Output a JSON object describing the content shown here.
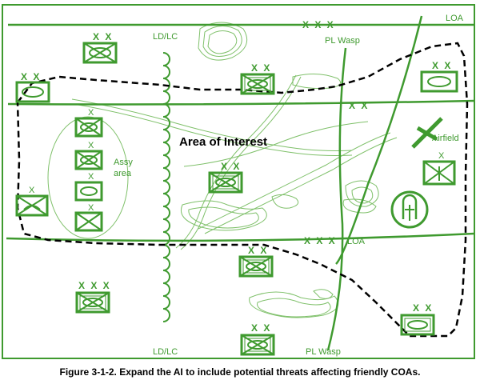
{
  "colors": {
    "symbol": "#3f9a2f",
    "boundary": "#000000",
    "terrain": "#7fc06a",
    "background": "#ffffff"
  },
  "labels": {
    "ld_lc_top": "LD/LC",
    "ld_lc_bottom": "LD/LC",
    "pl_wasp_top": "PL Wasp",
    "pl_wasp_bottom": "PL Wasp",
    "loa_top": "LOA",
    "loa_mid": "LOA",
    "area_of_interest": "Area of Interest",
    "assy_area": [
      "Assy",
      "area"
    ],
    "airfield": "Airfield"
  },
  "echelons": {
    "xxx": "X X X",
    "xx": "X X",
    "x": "X"
  },
  "caption": "Figure 3-1-2.  Expand the AI to include potential threats affecting friendly COAs.",
  "icons": [
    "infantry-unit-icon",
    "armor-unit-icon",
    "mechanized-infantry-unit-icon",
    "airborne-unit-icon",
    "airfield-icon",
    "aviation-unit-icon",
    "support-unit-icon"
  ]
}
